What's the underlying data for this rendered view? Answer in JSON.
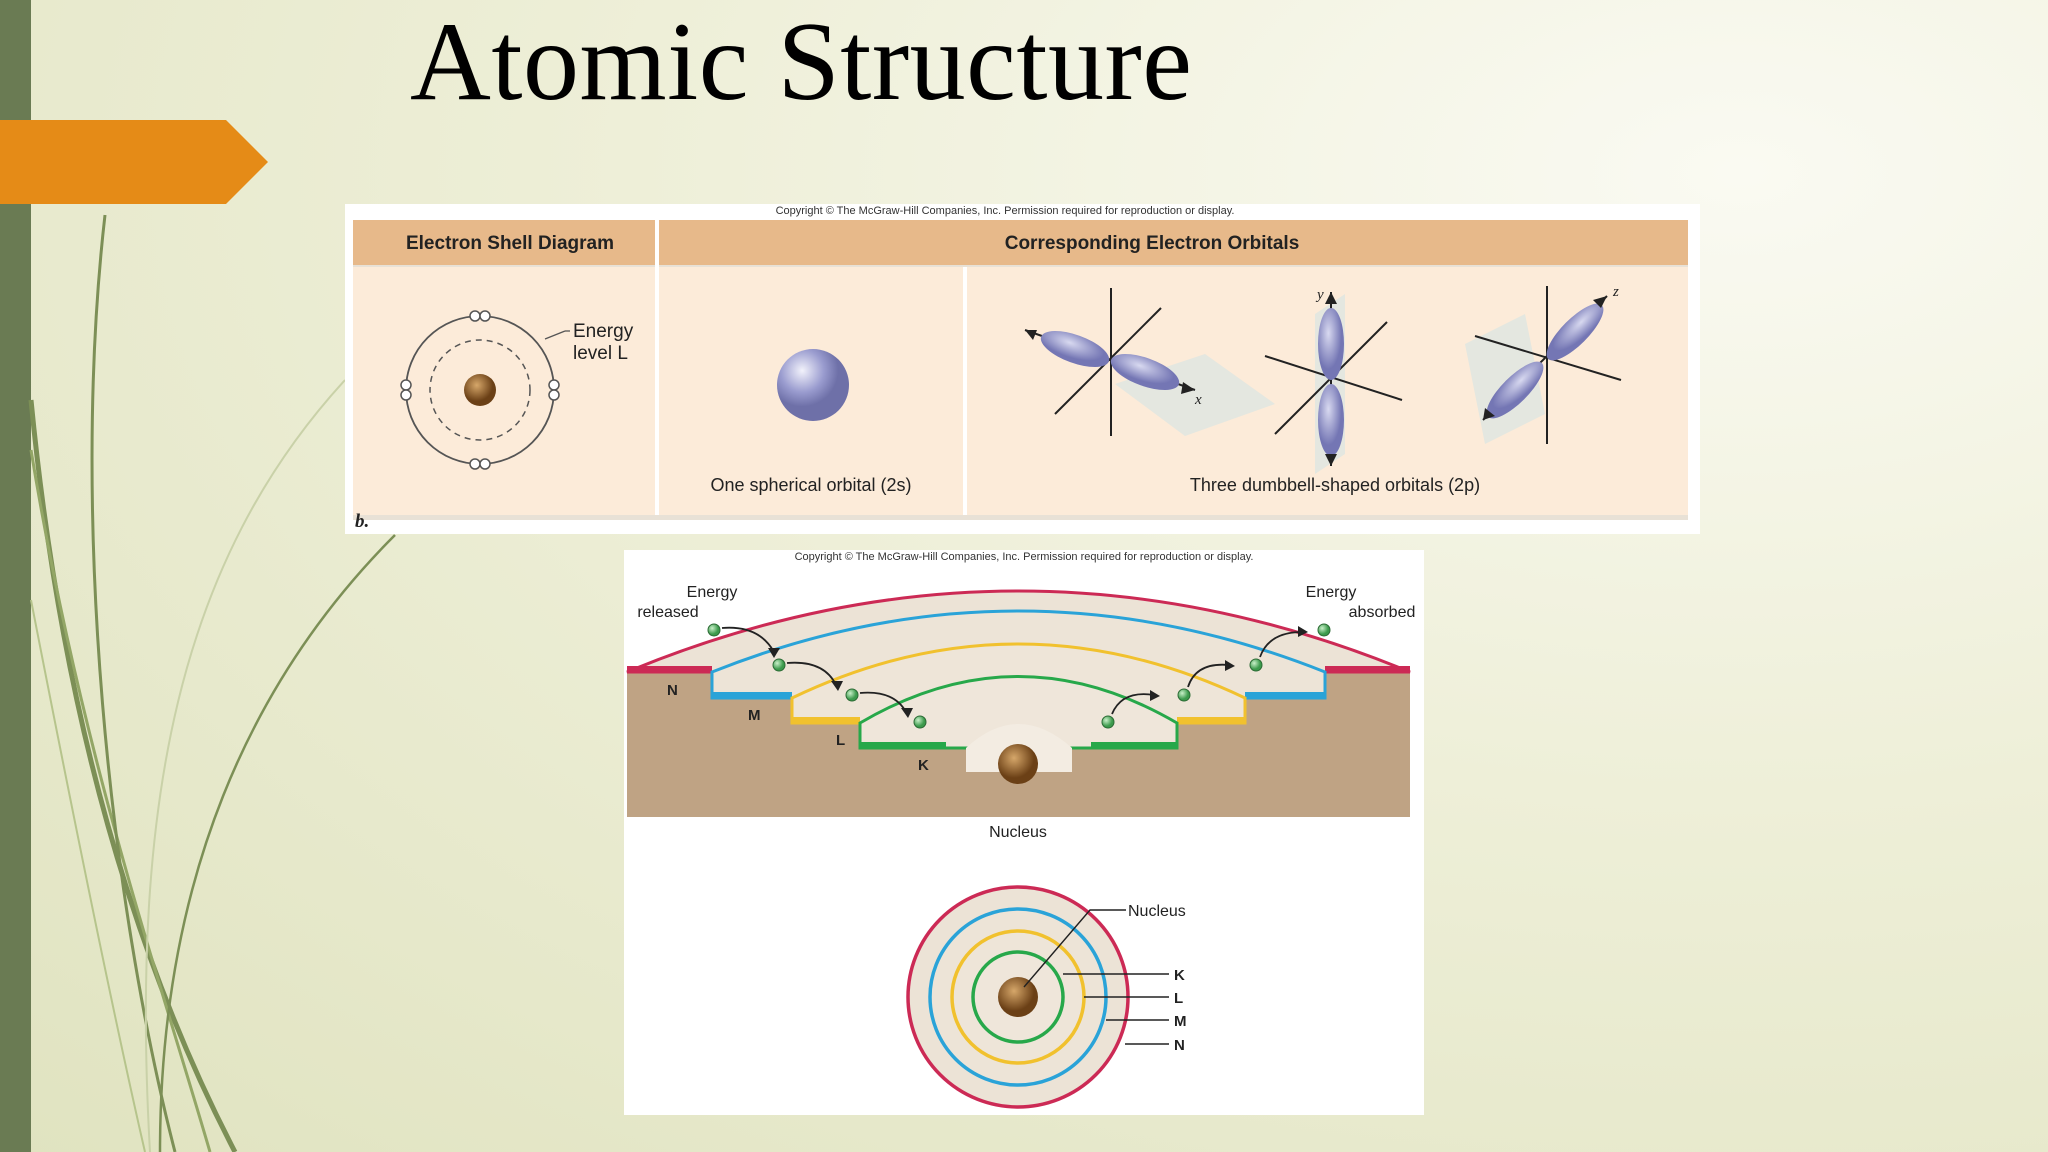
{
  "slide": {
    "title": "Atomic Structure"
  },
  "figure_top": {
    "copyright": "Copyright © The McGraw-Hill Companies, Inc. Permission required for reproduction or display.",
    "header_left": "Electron Shell Diagram",
    "header_right": "Corresponding Electron Orbitals",
    "energy_label_1": "Energy",
    "energy_label_2": "level L",
    "spherical_caption": "One spherical orbital (2s)",
    "dumbbell_caption": "Three dumbbell-shaped orbitals (2p)",
    "axis_x": "x",
    "axis_y": "y",
    "axis_z": "z",
    "panel_letter": "b."
  },
  "figure_bottom": {
    "copyright": "Copyright © The McGraw-Hill Companies, Inc. Permission required for reproduction or display.",
    "released_1": "Energy",
    "released_2": "released",
    "absorbed_1": "Energy",
    "absorbed_2": "absorbed",
    "shell_n": "N",
    "shell_m": "M",
    "shell_l": "L",
    "shell_k": "K",
    "nucleus_label": "Nucleus",
    "circle_nucleus_label": "Nucleus",
    "circle_k": "K",
    "circle_l": "L",
    "circle_m": "M",
    "circle_n": "N"
  },
  "colors": {
    "accent_orange": "#e58b17",
    "sidebar_green": "#6a7b53",
    "shell_n": "#cc2a55",
    "shell_m": "#2aa3d8",
    "shell_l": "#f1c12e",
    "shell_k": "#27a84a"
  }
}
